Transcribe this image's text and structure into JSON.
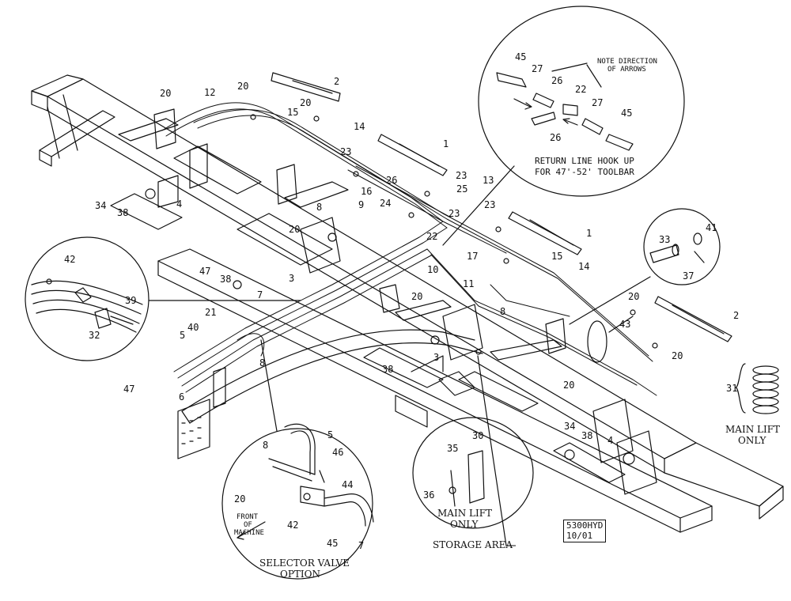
{
  "callouts": {
    "c1a": "1",
    "c1b": "1",
    "c2a": "2",
    "c2b": "2",
    "c3a": "3",
    "c3b": "3",
    "c4a": "4",
    "c4b": "4",
    "c5a": "5",
    "c5b": "5",
    "c6": "6",
    "c7a": "7",
    "c7b": "7",
    "c8a": "8",
    "c8b": "8",
    "c8c": "8",
    "c8d": "8",
    "c9": "9",
    "c10": "10",
    "c11": "11",
    "c12": "12",
    "c13": "13",
    "c14a": "14",
    "c14b": "14",
    "c15a": "15",
    "c15b": "15",
    "c16": "16",
    "c17": "17",
    "c20a": "20",
    "c20b": "20",
    "c20c": "20",
    "c20d": "20",
    "c20e": "20",
    "c20f": "20",
    "c20g": "20",
    "c20h": "20",
    "c20i": "20",
    "c21": "21",
    "c22a": "22",
    "c22b": "22",
    "c23a": "23",
    "c23b": "23",
    "c23c": "23",
    "c23d": "23",
    "c24": "24",
    "c25": "25",
    "c26a": "26",
    "c26b": "26",
    "c26c": "26",
    "c27a": "27",
    "c27b": "27",
    "c30": "30",
    "c31": "31",
    "c32": "32",
    "c33": "33",
    "c34a": "34",
    "c34b": "34",
    "c35": "35",
    "c36": "36",
    "c37": "37",
    "c38a": "38",
    "c38b": "38",
    "c38c": "38",
    "c38d": "38",
    "c39": "39",
    "c40": "40",
    "c41": "41",
    "c42a": "42",
    "c42b": "42",
    "c43": "43",
    "c44": "44",
    "c45a": "45",
    "c45b": "45",
    "c45c": "45",
    "c46": "46",
    "c47a": "47",
    "c47b": "47"
  },
  "notes": {
    "direction_line1": "NOTE DIRECTION",
    "direction_line2": "OF ARROWS",
    "return_line1": "RETURN LINE HOOK UP",
    "return_line2": "FOR 47'-52' TOOLBAR",
    "front_line1": "FRONT",
    "front_line2": "OF",
    "front_line3": "MACHINE"
  },
  "captions": {
    "main_lift_right_1": "MAIN LIFT",
    "main_lift_right_2": "ONLY",
    "main_lift_storage_1": "MAIN LIFT",
    "main_lift_storage_2": "ONLY",
    "storage_area": "STORAGE AREA",
    "selector_1": "SELECTOR VALVE",
    "selector_2": "OPTION"
  },
  "stamp": {
    "line1": "5300HYD",
    "line2": "10/01"
  },
  "colors": {
    "ink": "#111111",
    "paper": "#ffffff"
  }
}
